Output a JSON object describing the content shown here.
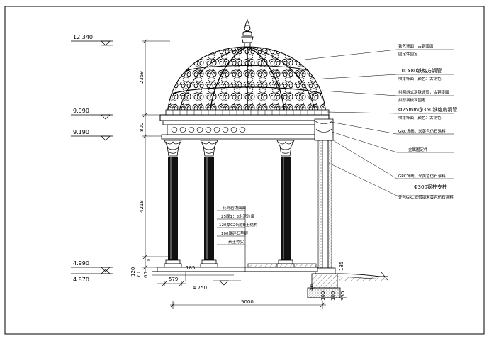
{
  "levels": {
    "top": "12.340",
    "dome_base": "9.990",
    "entablature_base": "9.190",
    "floor": "4.990",
    "ground": "4.870",
    "side": "4.750"
  },
  "dimensions": {
    "dome_height": "2359",
    "entablature_height": "800",
    "column_height": "4218",
    "step_height": "120",
    "plinth_height": "10",
    "small_a": "70",
    "small_b": "60",
    "base_width": "579",
    "offset": "185",
    "total_width": "5000",
    "foundation_a": "40",
    "foundation_b": "100",
    "foundation_c": "100",
    "foundation_d": "350"
  },
  "notes": [
    "铁艺饰面，古铜漆面",
    "固定件固定",
    "100x80铁格方钢管",
    "喷漆饰面，颜色：古铜色",
    "拱圈斜式灰铁饰管，古铜漆面",
    "拱形钢板灰固定",
    "Φ25mm@350铁格扁钢管",
    "喷漆饰面，颜色：古铜色",
    "GRC饰线，米黄色仿石涂料",
    "金属固定件",
    "GRC饰线，米黄色仿石涂料",
    "Φ300钢柱支柱",
    "外包GRC或假钢米黄色仿石涂料"
  ],
  "floor_layers": [
    "花岗岩铺面面",
    "25厚1：3水泥砂浆",
    "120厚C20混凝土结构",
    "100厚碎石垫层",
    "素土夯实"
  ]
}
